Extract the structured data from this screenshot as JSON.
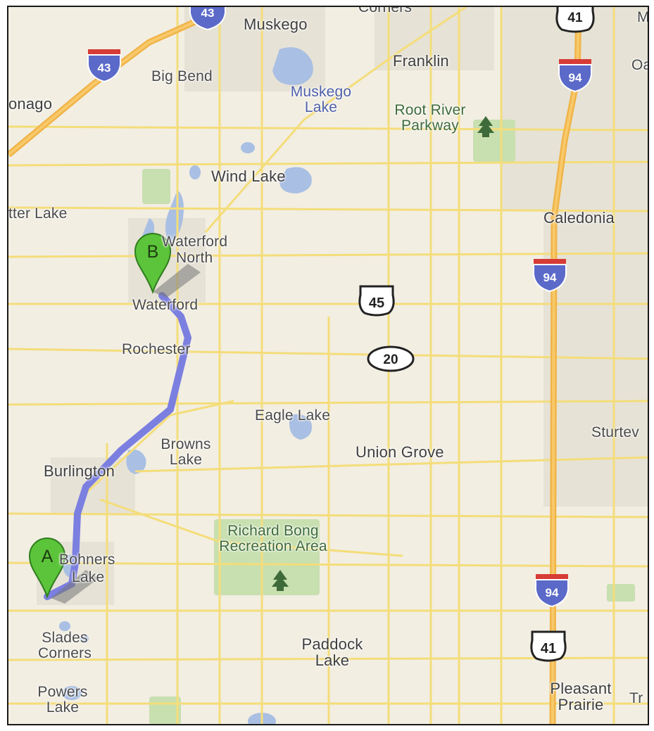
{
  "map": {
    "route_color": "#7b7fe0",
    "markers": [
      {
        "id": "A",
        "letter": "A",
        "color": "#5cc43a"
      },
      {
        "id": "B",
        "letter": "B",
        "color": "#5cc43a"
      }
    ],
    "places": {
      "muskego": "Muskego",
      "corners_top": "Corners",
      "franklin": "Franklin",
      "big_bend": "Big Bend",
      "mukwonago": "onago",
      "muskego_lake_1": "Muskego",
      "muskego_lake_2": "Lake",
      "root_river_1": "Root River",
      "root_river_2": "Parkway",
      "oak_creek": "Oa",
      "wind_lake": "Wind Lake",
      "potter_lake": "tter Lake",
      "caledonia": "Caledonia",
      "waterford_north_1": "Waterford",
      "waterford_north_2": "North",
      "waterford": "Waterford",
      "rochester": "Rochester",
      "eagle_lake": "Eagle Lake",
      "browns_lake_1": "Browns",
      "browns_lake_2": "Lake",
      "union_grove": "Union Grove",
      "sturtevant": "Sturtev",
      "burlington": "Burlington",
      "richard_bong_1": "Richard Bong",
      "richard_bong_2": "Recreation Area",
      "bohners_lake_1": "Bohners",
      "bohners_lake_2": "Lake",
      "slades_corners_1": "Slades",
      "slades_corners_2": "Corners",
      "paddock_lake_1": "Paddock",
      "paddock_lake_2": "Lake",
      "powers_lake_1": "Powers",
      "powers_lake_2": "Lake",
      "pleasant_prairie_1": "Pleasant",
      "pleasant_prairie_2": "Prairie",
      "tr": "Tr",
      "m_top": "M"
    },
    "shields": {
      "i43_top": "43",
      "i43": "43",
      "us41_top": "41",
      "i94_top": "94",
      "i94_mid": "94",
      "i94_low": "94",
      "us45": "45",
      "state20": "20",
      "us41_low": "41"
    }
  }
}
